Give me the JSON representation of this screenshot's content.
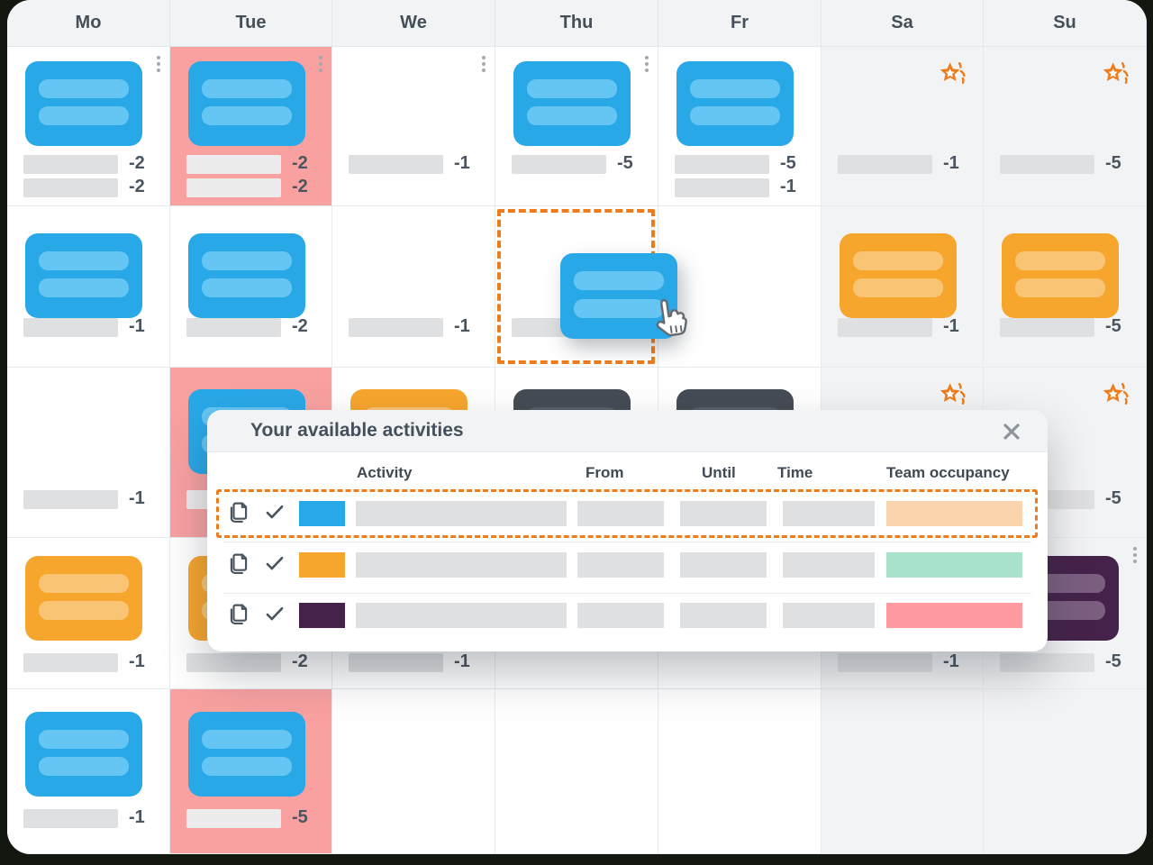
{
  "calendar": {
    "days": [
      "Mo",
      "Tue",
      "We",
      "Thu",
      "Fr",
      "Sa",
      "Su"
    ],
    "weekend_day_indexes": [
      5,
      6
    ],
    "colors": {
      "blue": "#29a8e8",
      "blueLight": "#65c5f3",
      "orange": "#f7a62d",
      "orangeLight": "#fac475",
      "dark": "#454c54",
      "darkLight": "#565e67",
      "purple": "#45224a",
      "purpleLight": "#7c5e81",
      "pinkCell": "#f9a1a1",
      "bar": "#dfe0e2",
      "barLight": "#ececec",
      "accent": "#ee7c1b"
    },
    "rows": [
      {
        "cells": [
          {
            "card": "blue",
            "bars": [
              {
                "count": "-2"
              },
              {
                "count": "-2"
              }
            ],
            "kebab": true
          },
          {
            "bg": "pink",
            "card": "blue",
            "bars": [
              {
                "count": "-2",
                "light": true
              },
              {
                "count": "-2",
                "light": true
              }
            ],
            "kebab": true
          },
          {
            "bars": [
              {
                "count": "-1"
              }
            ],
            "kebab": true
          },
          {
            "card": "blue",
            "bars": [
              {
                "count": "-5"
              }
            ],
            "kebab": true
          },
          {
            "card": "blue",
            "bars": [
              {
                "count": "-5"
              },
              {
                "count": "-1"
              }
            ]
          },
          {
            "star": true,
            "bars": [
              {
                "count": "-1"
              }
            ]
          },
          {
            "star": true,
            "bars": [
              {
                "count": "-5"
              }
            ]
          }
        ]
      },
      {
        "cells": [
          {
            "card": "blue",
            "bars": [
              {
                "count": "-1"
              }
            ]
          },
          {
            "card": "blue",
            "bars": [
              {
                "count": "-2"
              }
            ]
          },
          {
            "bars": [
              {
                "count": "-1"
              }
            ]
          },
          {
            "dashed": true,
            "dragCard": "blue",
            "cursor": true,
            "bars": [
              {
                "count": null
              }
            ]
          },
          {},
          {
            "card": "orange",
            "bars": [
              {
                "count": "-1"
              }
            ]
          },
          {
            "card": "orange",
            "bars": [
              {
                "count": "-5"
              }
            ]
          }
        ]
      },
      {
        "cells": [
          {
            "bars": [
              {
                "count": "-1"
              }
            ]
          },
          {
            "bg": "pink",
            "card": "blue",
            "bars": [
              {
                "count": null,
                "light": true
              }
            ]
          },
          {
            "card": "orange"
          },
          {
            "card": "dark"
          },
          {
            "card": "dark"
          },
          {
            "star": true
          },
          {
            "star": true,
            "bars": [
              {
                "count": "-5"
              }
            ]
          }
        ]
      },
      {
        "cells": [
          {
            "card": "orange",
            "bars": [
              {
                "count": "-1"
              }
            ]
          },
          {
            "card": "orange",
            "bars": [
              {
                "count": "-2"
              }
            ]
          },
          {
            "bars": [
              {
                "count": "-1"
              }
            ]
          },
          {},
          {},
          {
            "bars": [
              {
                "count": "-1"
              }
            ]
          },
          {
            "card": "purple",
            "bars": [
              {
                "count": "-5"
              }
            ],
            "kebab": true
          }
        ]
      },
      {
        "cells": [
          {
            "card": "blue",
            "bars": [
              {
                "count": "-1"
              }
            ]
          },
          {
            "bg": "pink",
            "card": "blue",
            "bars": [
              {
                "count": "-5",
                "light": true
              }
            ]
          },
          {},
          {},
          {},
          {},
          {}
        ]
      }
    ]
  },
  "modal": {
    "title": "Your available activities",
    "columns": [
      "Activity",
      "From",
      "Until",
      "Time",
      "Team occupancy"
    ],
    "rows": [
      {
        "swatch": "#29a8e8",
        "occupancy": "#fad4ad",
        "selected": true
      },
      {
        "swatch": "#f7a62d",
        "occupancy": "#a8e3cc",
        "selected": false
      },
      {
        "swatch": "#45224a",
        "occupancy": "#ff9ba0",
        "selected": false
      }
    ]
  }
}
